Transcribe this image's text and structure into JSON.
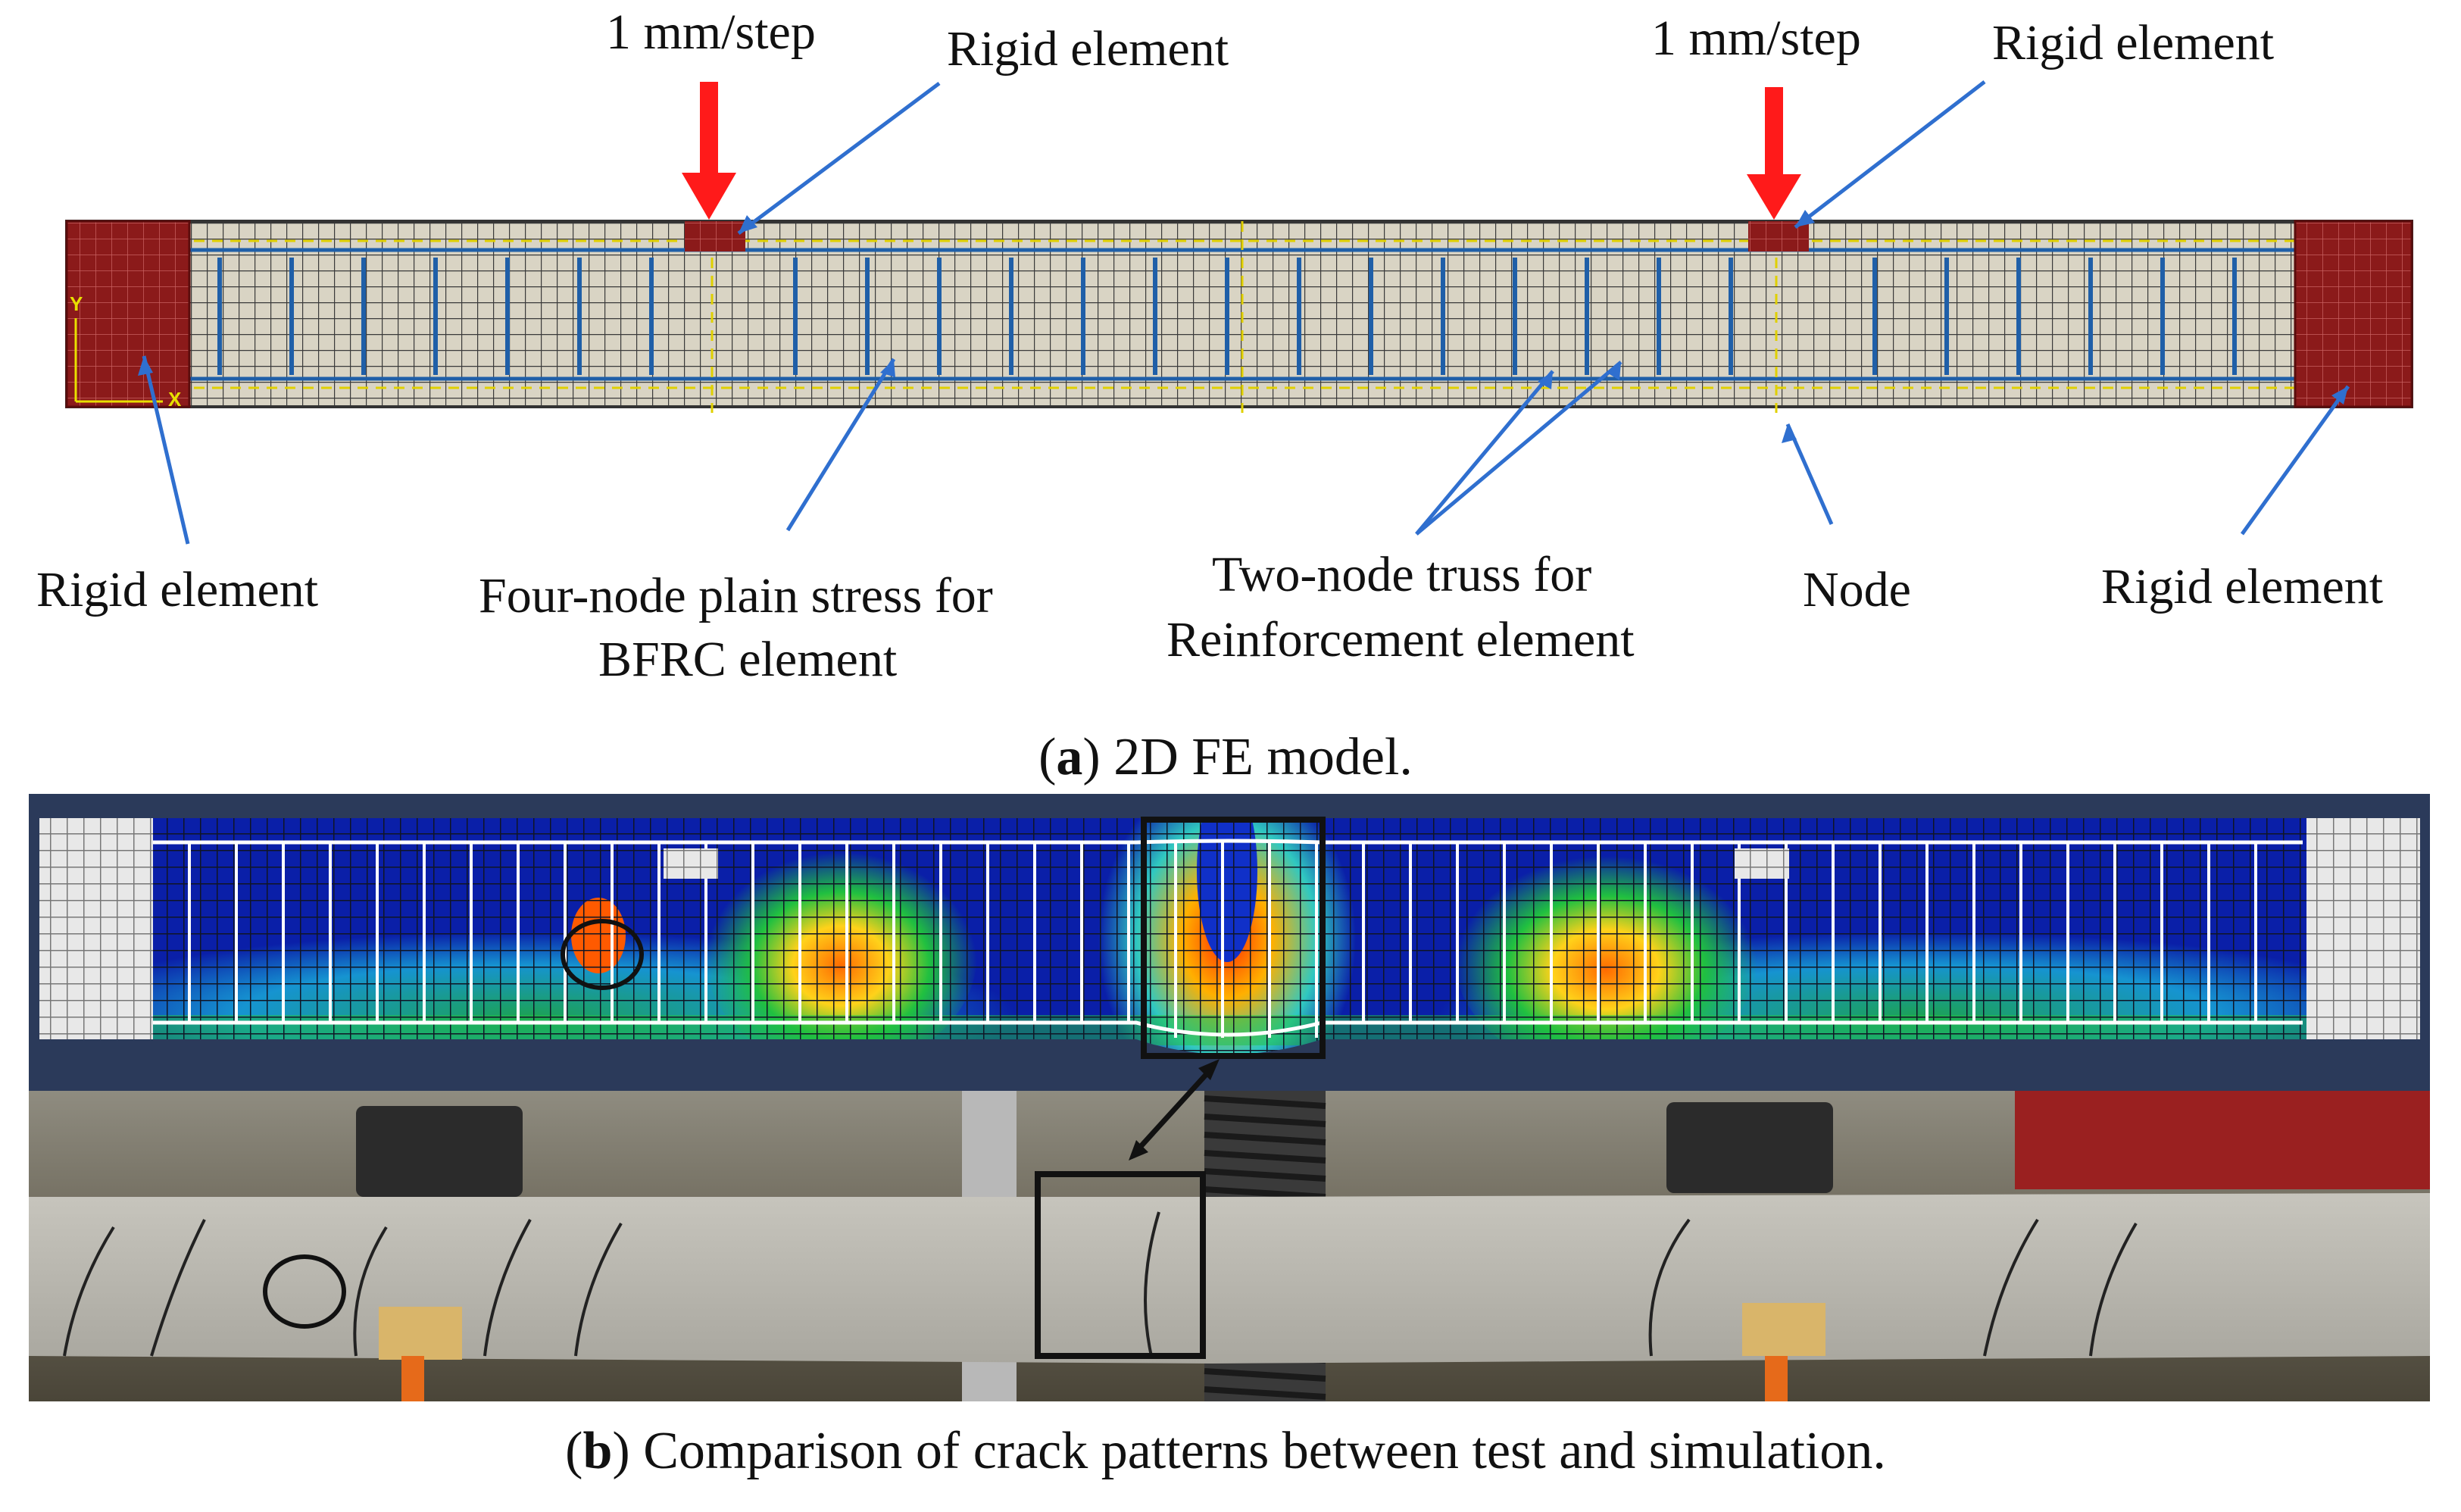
{
  "panel_a": {
    "labels": {
      "step_left": "1 mm/step",
      "rigid_top_left": "Rigid element",
      "step_right": "1 mm/step",
      "rigid_top_right": "Rigid element",
      "rigid_bottom_left": "Rigid element",
      "bfrc_line1": "Four-node plain stress for",
      "bfrc_line2": "BFRC element",
      "truss_line1": "Two-node truss for",
      "truss_line2": "Reinforcement element",
      "node": "Node",
      "rigid_bottom_right": "Rigid element"
    },
    "axis": {
      "y": "Y",
      "x": "X"
    },
    "caption": {
      "letter": "a",
      "text": "2D FE model."
    }
  },
  "panel_b": {
    "caption": {
      "letter": "b",
      "text": "Comparison of crack patterns between test and simulation."
    }
  },
  "colors": {
    "arrow": "#ff1a1a",
    "leader": "#2f6fcf",
    "rigid": "#8b1a1a",
    "mesh_fill": "#d9d4c4",
    "rebar": "#1f5fa8",
    "contour_bg": "#2b3a5a"
  }
}
